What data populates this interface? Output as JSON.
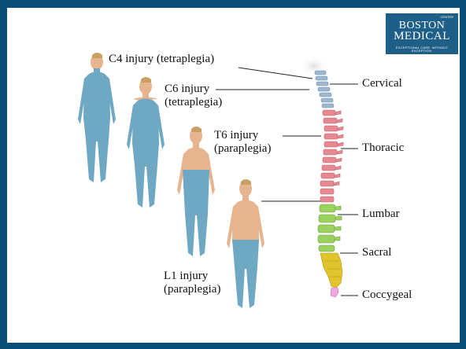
{
  "logo": {
    "line1": "BOSTON",
    "line2": "MEDICAL",
    "tagline": "EXCEPTIONAL CARE. WITHOUT EXCEPTION.",
    "small": "CENTER"
  },
  "injuries": [
    {
      "line1": "C4 injury (tetraplegia)",
      "line2": ""
    },
    {
      "line1": "C6 injury",
      "line2": "(tetraplegia)"
    },
    {
      "line1": "T6 injury",
      "line2": "(paraplegia)"
    },
    {
      "line1": "L1 injury",
      "line2": "(paraplegia)"
    }
  ],
  "regions": [
    {
      "label": "Cervical",
      "color": "#9db7cf"
    },
    {
      "label": "Thoracic",
      "color": "#e58a93"
    },
    {
      "label": "Lumbar",
      "color": "#9ad25e"
    },
    {
      "label": "Sacral",
      "color": "#e1c32b"
    },
    {
      "label": "Coccygeal",
      "color": "#f0a6e1"
    }
  ],
  "colors": {
    "frame": "#0b4f79",
    "paralyzed": "#6fa8c3",
    "skin": "#e6b48f"
  }
}
